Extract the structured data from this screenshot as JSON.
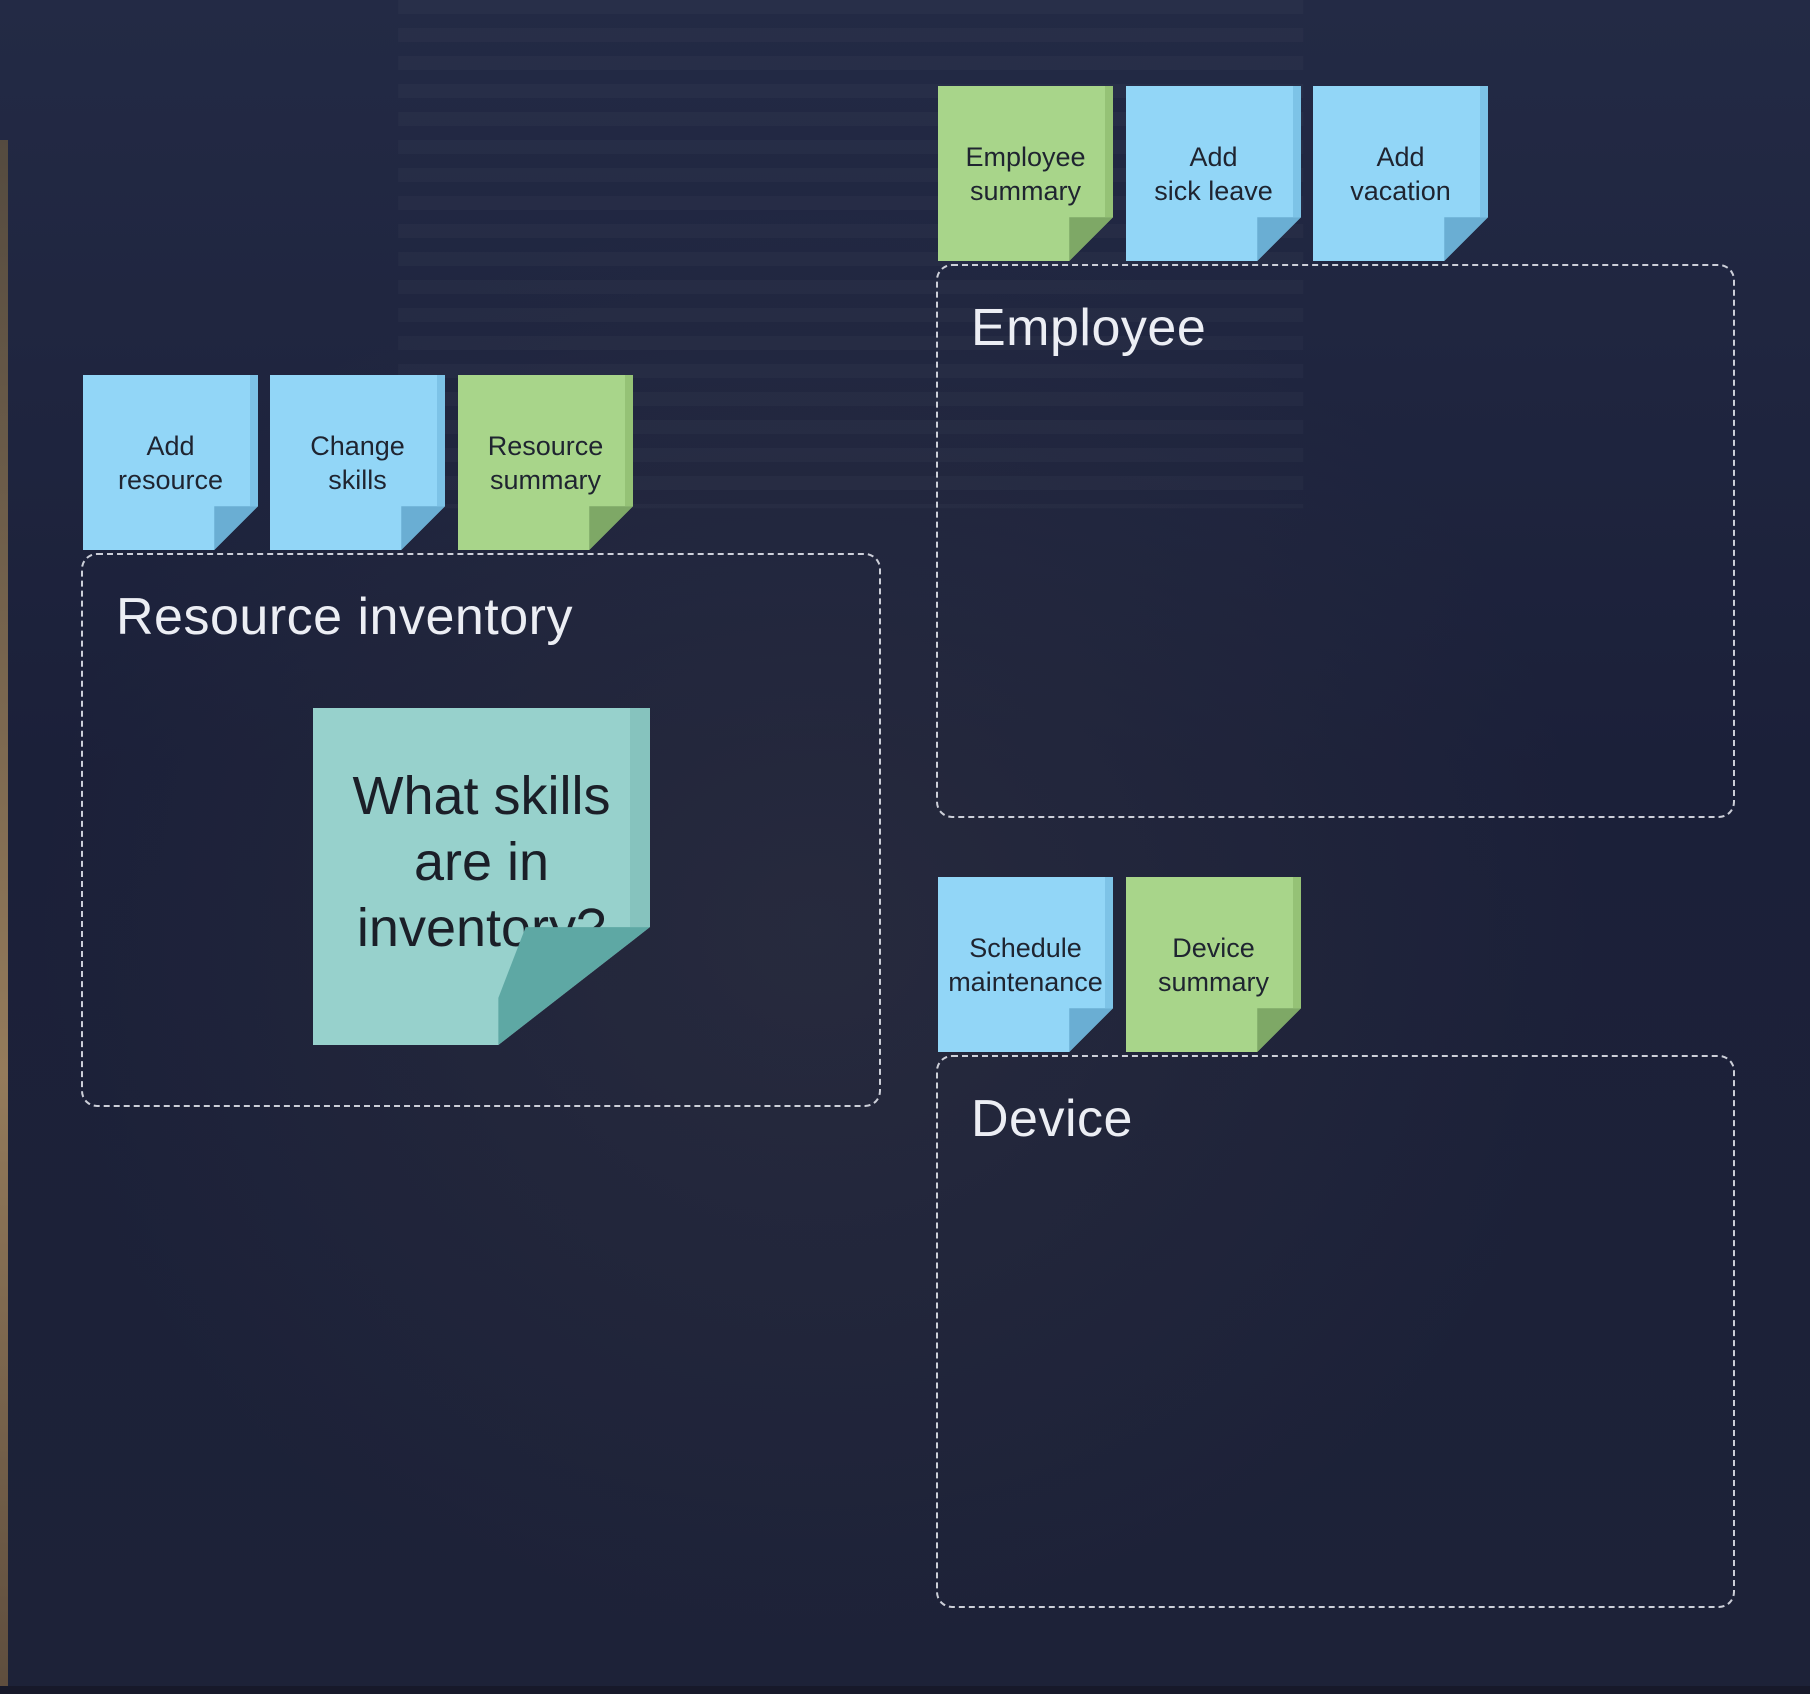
{
  "canvas": {
    "background_color": "#1a1f36",
    "dashed_border_color": "#ebeef5"
  },
  "colors": {
    "command_note": "#92d6f7",
    "read_model_note": "#a8d58a",
    "question_note": "#97d1cc"
  },
  "groups": {
    "resource_inventory": {
      "title": "Resource inventory",
      "notes": {
        "add_resource": "Add\nresource",
        "change_skills": "Change\nskills",
        "resource_summary": "Resource\nsummary"
      },
      "question": "What skills\nare in\ninventory?"
    },
    "employee": {
      "title": "Employee",
      "notes": {
        "employee_summary": "Employee\nsummary",
        "add_sick_leave": "Add\nsick leave",
        "add_vacation": "Add\nvacation"
      }
    },
    "device": {
      "title": "Device",
      "notes": {
        "schedule_maintenance": "Schedule\nmaintenance",
        "device_summary": "Device\nsummary"
      }
    }
  }
}
